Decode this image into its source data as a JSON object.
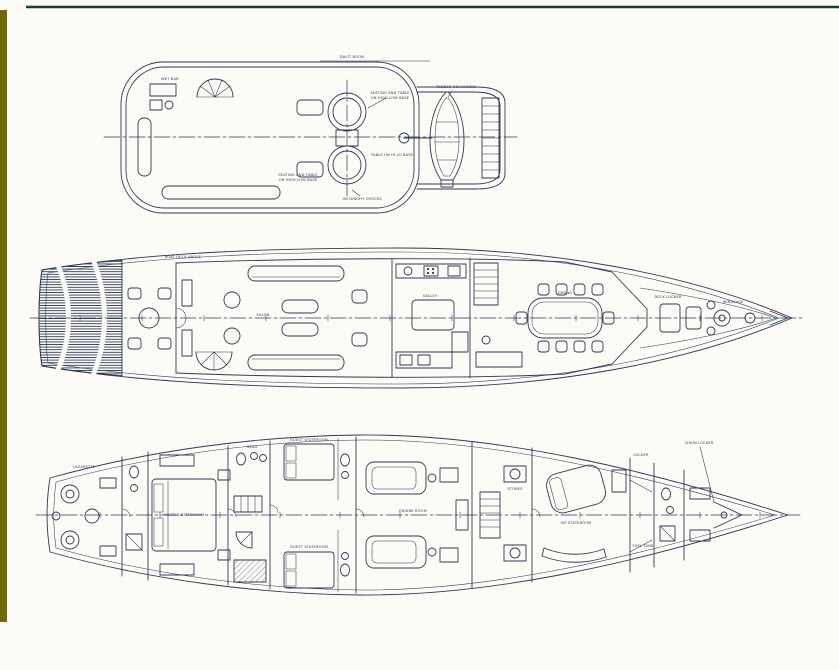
{
  "page": {
    "colors": {
      "bg": "#fcfbf6",
      "ink": "#2e3a55",
      "stripe": "#6e6806",
      "topline": "#173f3b"
    }
  },
  "labels": {
    "davit": "DAVIT BOOM",
    "wetbar": "WET BAR",
    "seating_fwd": "SEATING AND TABLE",
    "hilo_fwd": "ON HIGH-LOW BASE",
    "tender": "TENDER ON CHOCKS",
    "table_hilo": "TABLE ON HI-LO BASE",
    "seating_aft1": "SEATING AND TABLE",
    "seating_aft2": "ON HIGH-LOW BASE",
    "dinghy": "ON DINGHY CHOCKS",
    "deck_above": "BOAT DECK ABOVE",
    "salon": "SALON",
    "galley": "GALLEY",
    "dining": "DINING",
    "deck_box": "DECK LOCKER",
    "windlass": "WINDLASS",
    "lazarette": "LAZARETTE",
    "master": "MASTER STATEROOM",
    "head": "HEAD",
    "guest_fwd": "GUEST STATEROOM",
    "guest_aft": "GUEST STATEROOM",
    "engine_room": "ENGINE ROOM",
    "stores": "STORES",
    "vip": "VIP STATEROOM",
    "locker": "LOCKER",
    "chain": "CHAIN LOCKER",
    "fuel": "FUEL TANK"
  }
}
